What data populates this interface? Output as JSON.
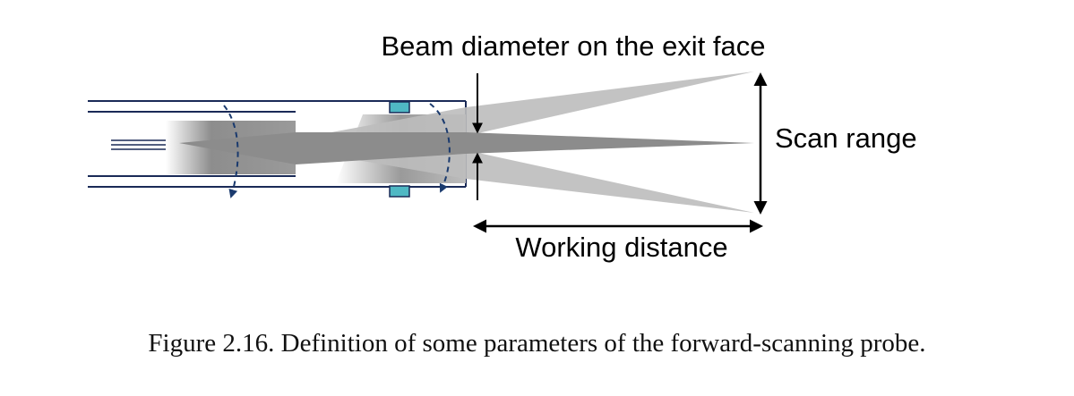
{
  "labels": {
    "beam_diameter": "Beam diameter on the exit face",
    "scan_range": "Scan range",
    "working_distance": "Working distance"
  },
  "caption": "Figure 2.16. Definition of some parameters of the forward-scanning probe.",
  "colors": {
    "probe_outline": "#1a2a57",
    "lens_window": "#4fb8c4",
    "beam_center": "#8a8a8a",
    "beam_side": "#b8b8b8",
    "arrow": "#000000",
    "rotation_arrow": "#1a3a6e"
  }
}
